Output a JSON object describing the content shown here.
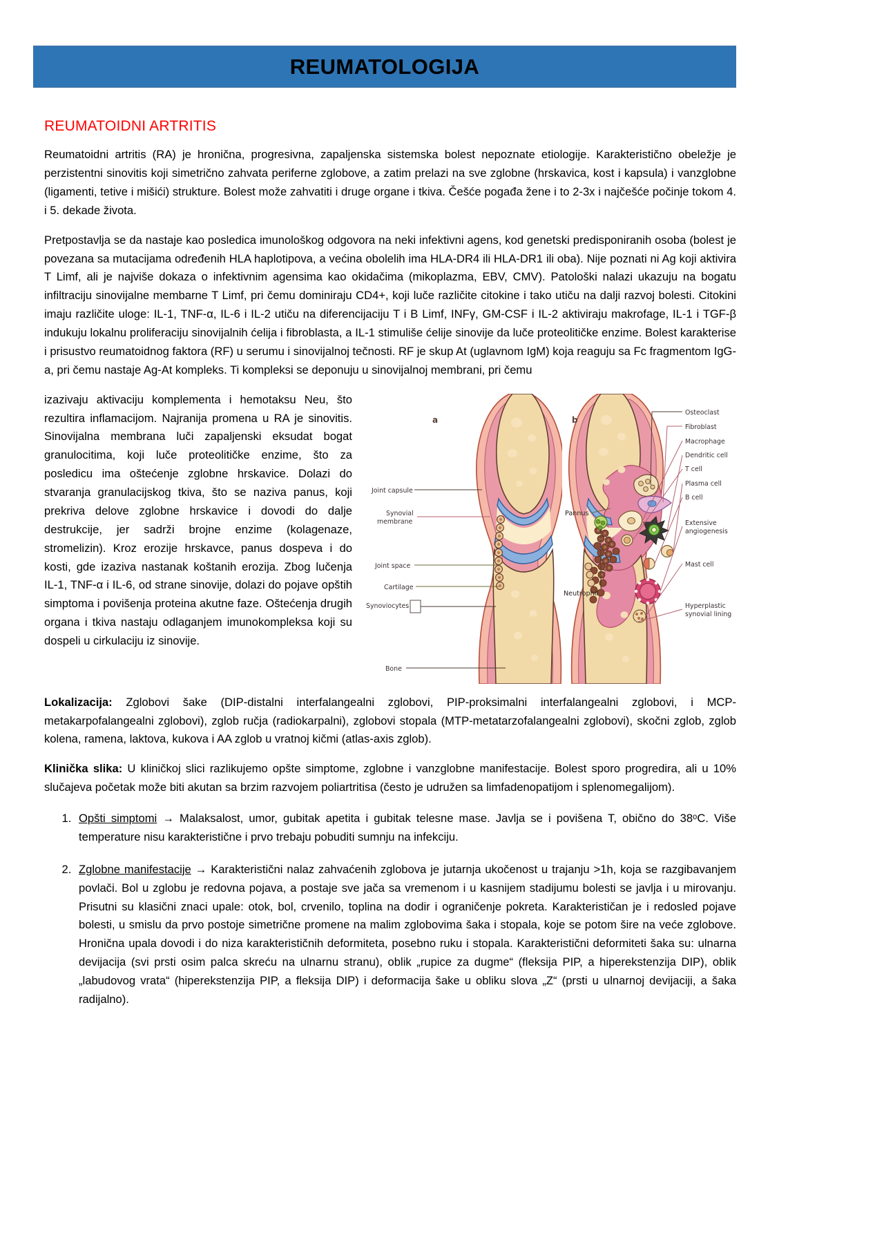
{
  "document": {
    "banner_title": "REUMATOLOGIJA",
    "banner_color": "#2e75b6",
    "heading_color": "#ff0000",
    "section_heading": "REUMATOIDNI ARTRITIS"
  },
  "paragraphs": {
    "p1": "Reumatoidni artritis (RA) je hronična, progresivna, zapaljenska sistemska bolest nepoznate etiologije. Karakteristično obeležje je perzistentni sinovitis koji simetrično zahvata periferne zglobove, a zatim prelazi na sve zglobne (hrskavica, kost i kapsula) i vanzglobne (ligamenti, tetive i mišići) strukture. Bolest može zahvatiti i druge organe i tkiva. Češće pogađa žene i to 2-3x i najčešće počinje tokom 4. i 5. dekade života.",
    "p2": "Pretpostavlja se da nastaje kao posledica imunološkog odgovora na neki infektivni agens, kod genetski predisponiranih osoba (bolest je povezana sa mutacijama određenih HLA haplotipova, a većina obolelih ima HLA-DR4 ili HLA-DR1 ili oba). Nije poznati ni Ag koji aktivira T Limf, ali je najviše dokaza o infektivnim agensima kao okidačima (mikoplazma, EBV, CMV). Patološki nalazi ukazuju na bogatu infiltraciju sinovijalne membarne T Limf, pri čemu dominiraju CD4+, koji luče različite citokine i tako utiču na dalji razvoj bolesti. Citokini imaju različite uloge: IL-1, TNF-α, IL-6 i IL-2 utiču na diferencijaciju T i B Limf, INFγ, GM-CSF i IL-2 aktiviraju makrofage, IL-1 i TGF-β indukuju lokalnu proliferaciju sinovijalnih ćelija i fibroblasta, a IL-1 stimuliše ćelije sinovije da luče proteolitičke enzime. Bolest karakterise i prisustvo reumatoidnog faktora (RF) u serumu i sinovijalnoj tečnosti. RF je skup At (uglavnom IgM) koja reaguju sa Fc fragmentom IgG-a, pri čemu nastaje Ag-At kompleks. Ti kompleksi se deponuju u sinovijalnoj membrani, pri čemu",
    "p3_wrapped": "izazivaju aktivaciju komplementa i hemotaksu Neu, što rezultira inflamacijom. Najranija promena u RA je sinovitis. Sinovijalna membrana luči zapaljenski eksudat bogat granulocitima, koji luče proteolitičke enzime, što za posledicu ima oštećenje zglobne hrskavice. Dolazi do stvaranja granulacijskog tkiva, što se naziva panus, koji prekriva delove zglobne hrskavice i dovodi do dalje destrukcije, jer sadrži brojne enzime (kolagenaze, stromelizin). Kroz erozije hrskavce, panus dospeva i do kosti, gde izaziva nastanak koštanih erozija. Zbog lučenja IL-1, TNF-α i IL-6, od strane sinovije, dolazi do pojave opštih simptoma i povišenja proteina akutne faze. Oštećenja drugih organa i tkiva nastaju odlaganjem imunokompleksa koji su dospeli u cirkulaciju iz sinovije."
  },
  "labeled_sections": {
    "lokalizacija": {
      "label": "Lokalizacija:",
      "text": " Zglobovi šake (DIP-distalni interfalangealni zglobovi, PIP-proksimalni interfalangealni zglobovi, i MCP-metakarpofalangealni zglobovi), zglob ručja (radiokarpalni), zglobovi stopala (MTP-metatarzofalangealni zglobovi), skočni zglob, zglob kolena, ramena, laktova, kukova i AA zglob u vratnoj kičmi (atlas-axis zglob)."
    },
    "klinicka_slika": {
      "label": "Klinička slika:",
      "text": "  U kliničkoj slici razlikujemo opšte simptome, zglobne i vanzglobne manifestacije. Bolest sporo progredira, ali u 10% slučajeva početak može biti akutan sa brzim razvojem poliartritisa (često je udružen sa limfadenopatijom i splenomegalijom)."
    }
  },
  "numbered_list": [
    {
      "underlined": "Opšti simptomi",
      "rest": " → Malaksalost, umor, gubitak apetita i gubitak telesne mase. Javlja se i povišena T, obično do 38ᵒC. Više temperature nisu karakteristične i prvo trebaju pobuditi sumnju na infekciju."
    },
    {
      "underlined": "Zglobne manifestacije",
      "rest": " → Karakteristični nalaz zahvaćenih zglobova je jutarnja ukočenost u trajanju >1h, koja se razgibavanjem povlači. Bol u zglobu je redovna pojava, a postaje sve jača sa vremenom i u kasnijem stadijumu bolesti se javlja i u mirovanju. Prisutni su klasični znaci upale: otok, bol, crvenilo, toplina na dodir i ograničenje pokreta. Karakterističan je i redosled pojave bolesti, u smislu da prvo postoje simetrične promene na malim zglobovima šaka i stopala, koje se potom šire na veće zglobove. Hronična upala dovodi i do niza karakterističnih deformiteta, posebno ruku i stopala. Karakteristični deformiteti šaka su: ulnarna devijacija (svi prsti osim palca skreću na ulnarnu stranu), oblik „rupice za dugme“ (fleksija PIP, a hiperekstenzija DIP), oblik „labudovog vrata“ (hiperekstenzija PIP, a fleksija DIP) i deformacija šake u obliku slova „Z“ (prsti u ulnarnoj devijaciji, a šaka radijalno)."
    }
  ],
  "figure": {
    "panel_a_letter": "a",
    "panel_b_letter": "b",
    "left_labels": [
      "Joint capsule",
      "Synovial membrane",
      "Joint space",
      "Cartilage",
      "Synoviocytes",
      "Bone"
    ],
    "inner_labels": [
      "Pannus",
      "Neutrophil"
    ],
    "right_labels": [
      "Osteoclast",
      "Fibroblast",
      "Macrophage",
      "Dendritic cell",
      "T cell",
      "Plasma cell",
      "B cell",
      "Extensive angiogenesis",
      "Mast cell",
      "Hyperplastic synovial lining"
    ],
    "colors": {
      "bone": "#f2d9a8",
      "capsule": "#f6b8a8",
      "synovium": "#ea9aa6",
      "cartilage": "#8ab0dd",
      "pannus": "#e394aa",
      "outline": "#5a3a2e"
    }
  }
}
